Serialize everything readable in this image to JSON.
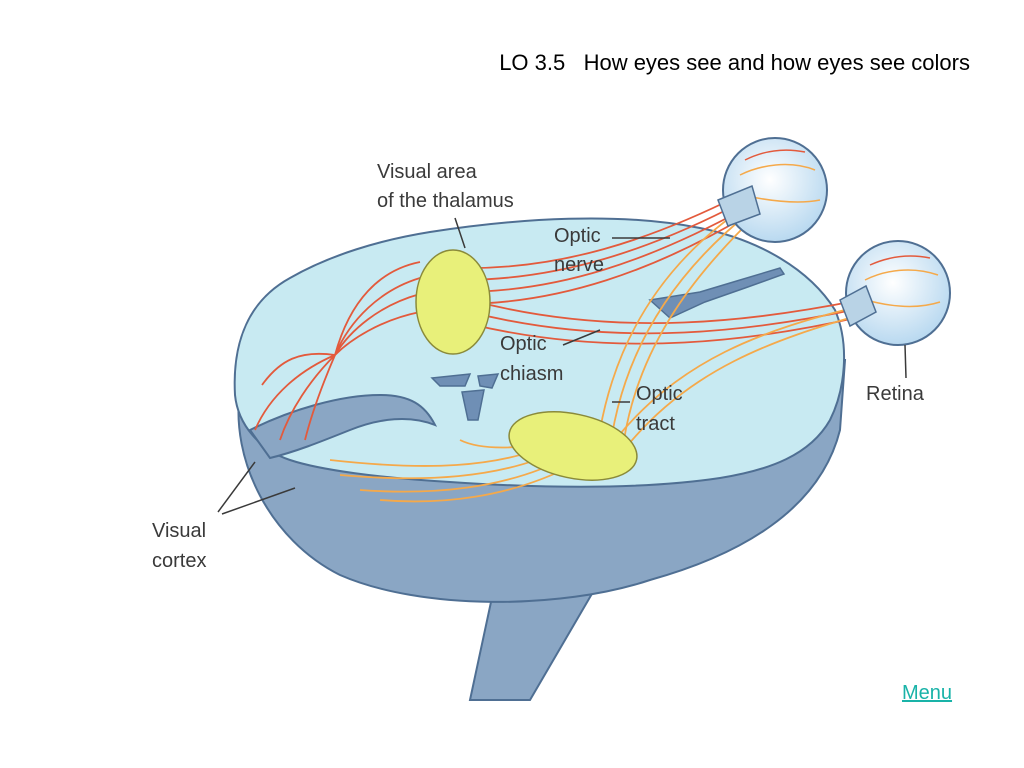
{
  "slide": {
    "title": "LO 3.5   How eyes see and how eyes see colors"
  },
  "diagram": {
    "labels": {
      "thalamus_line1": "Visual area",
      "thalamus_line2": "of the thalamus",
      "optic_nerve_line1": "Optic",
      "optic_nerve_line2": "nerve",
      "optic_chiasm_line1": "Optic",
      "optic_chiasm_line2": "chiasm",
      "optic_tract_line1": "Optic",
      "optic_tract_line2": "tract",
      "retina": "Retina",
      "visual_cortex_line1": "Visual",
      "visual_cortex_line2": "cortex"
    },
    "colors": {
      "brain_section": "#c8eaf2",
      "brain_outer": "#8aa6c4",
      "brain_outline": "#4f6f93",
      "thalamus_fill": "#e8f07a",
      "red_pathway": "#e35a3c",
      "orange_pathway": "#f5a94a",
      "eye_fill": "#cfe6f7",
      "menu_link": "#19b3a8"
    }
  },
  "nav": {
    "menu_label": "Menu"
  }
}
